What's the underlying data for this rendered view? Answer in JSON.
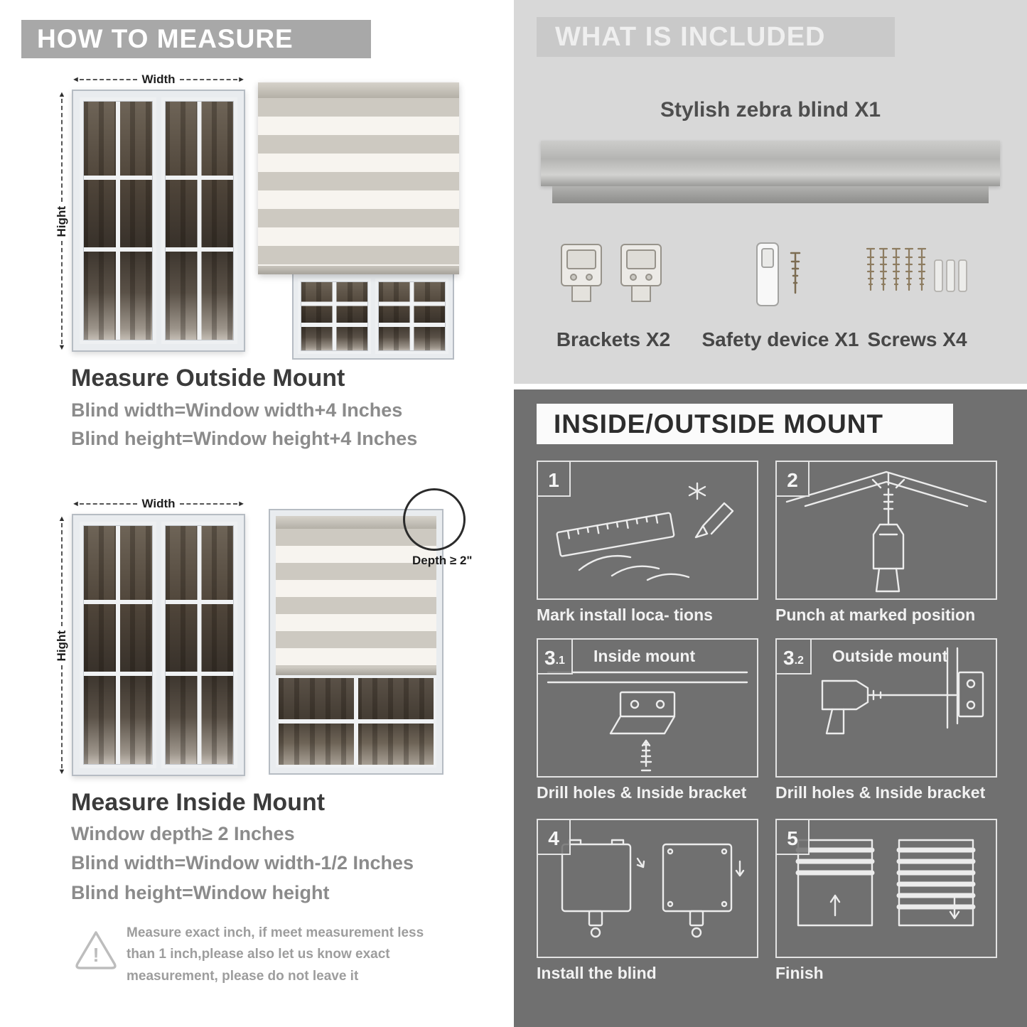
{
  "left": {
    "header": "HOW TO MEASURE",
    "outside": {
      "width_label": "Width",
      "height_label": "Hight",
      "title": "Measure Outside Mount",
      "line1": "Blind width=Window width+4 Inches",
      "line2": "Blind height=Window height+4 Inches"
    },
    "inside": {
      "width_label": "Width",
      "height_label": "Hight",
      "depth_label": "Depth ≥ 2\"",
      "title": "Measure Inside Mount",
      "line1": "Window depth≥ 2 Inches",
      "line2": "Blind width=Window width-1/2 Inches",
      "line3": "Blind height=Window height"
    },
    "warning": {
      "text": "Measure exact inch, if meet measurement less than 1 inch,please also let us know exact measurement, please do not leave it"
    }
  },
  "included": {
    "header": "WHAT IS INCLUDED",
    "blind_label": "Stylish zebra blind X1",
    "items": [
      {
        "label": "Brackets X2"
      },
      {
        "label": "Safety device X1"
      },
      {
        "label": "Screws X4"
      }
    ]
  },
  "mount": {
    "header": "INSIDE/OUTSIDE MOUNT",
    "steps": [
      {
        "num": "1",
        "caption": "Mark install loca- tions"
      },
      {
        "num": "2",
        "caption": "Punch at  marked position"
      },
      {
        "num": "3",
        "sub": ".1",
        "label": "Inside mount",
        "caption": "Drill holes &  Inside bracket"
      },
      {
        "num": "3",
        "sub": ".2",
        "label": "Outside mount",
        "caption": "Drill holes &  Inside bracket"
      },
      {
        "num": "4",
        "caption": "Install the blind"
      },
      {
        "num": "5",
        "caption": "Finish"
      }
    ]
  },
  "colors": {
    "banner_gray": "#a8a8a8",
    "included_bg": "#d8d8d8",
    "mount_bg": "#707070",
    "text_dark": "#3b3b3b",
    "text_gray": "#8b8b8b"
  }
}
